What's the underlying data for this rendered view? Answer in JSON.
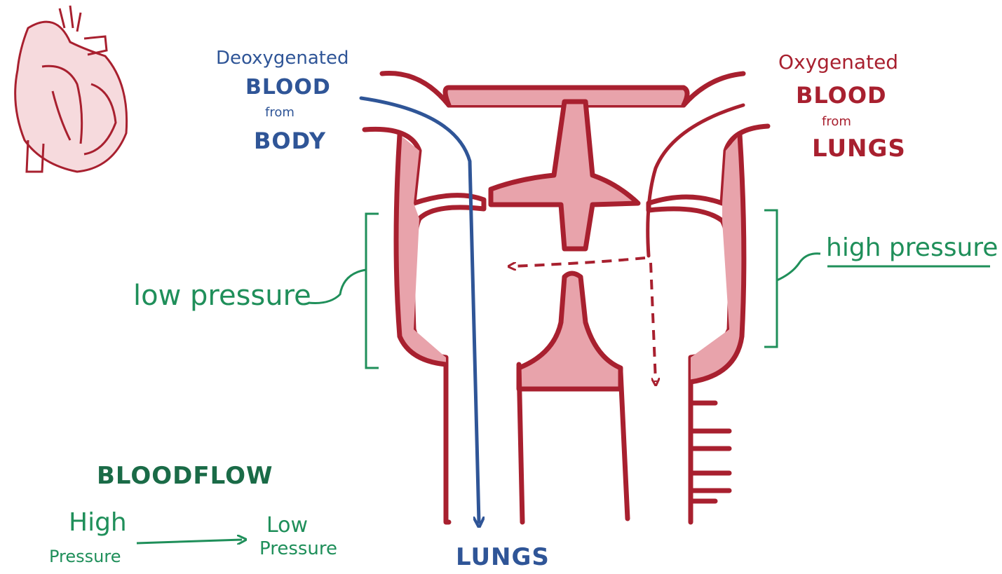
{
  "colors": {
    "deoxygenated": "#2f5597",
    "oxygenated": "#a8202f",
    "heart_wall_fill": "#e8a3ab",
    "pressure_labels": "#1f8f5a",
    "legend_title": "#1a6b47"
  },
  "icons": {
    "heart": "heart-icon"
  },
  "left_inflow": {
    "line1": "Deoxygenated",
    "line2": "BLOOD",
    "line3": "from",
    "line4": "BODY"
  },
  "right_inflow": {
    "line1": "Oxygenated",
    "line2": "BLOOD",
    "line3": "from",
    "line4": "LUNGS"
  },
  "left_pressure": "low pressure",
  "right_pressure": "high pressure",
  "outflow_label": "LUNGS",
  "legend": {
    "title": "BLOODFLOW",
    "from_line1": "High",
    "from_line2": "Pressure",
    "to_line1": "Low",
    "to_line2": "Pressure"
  }
}
